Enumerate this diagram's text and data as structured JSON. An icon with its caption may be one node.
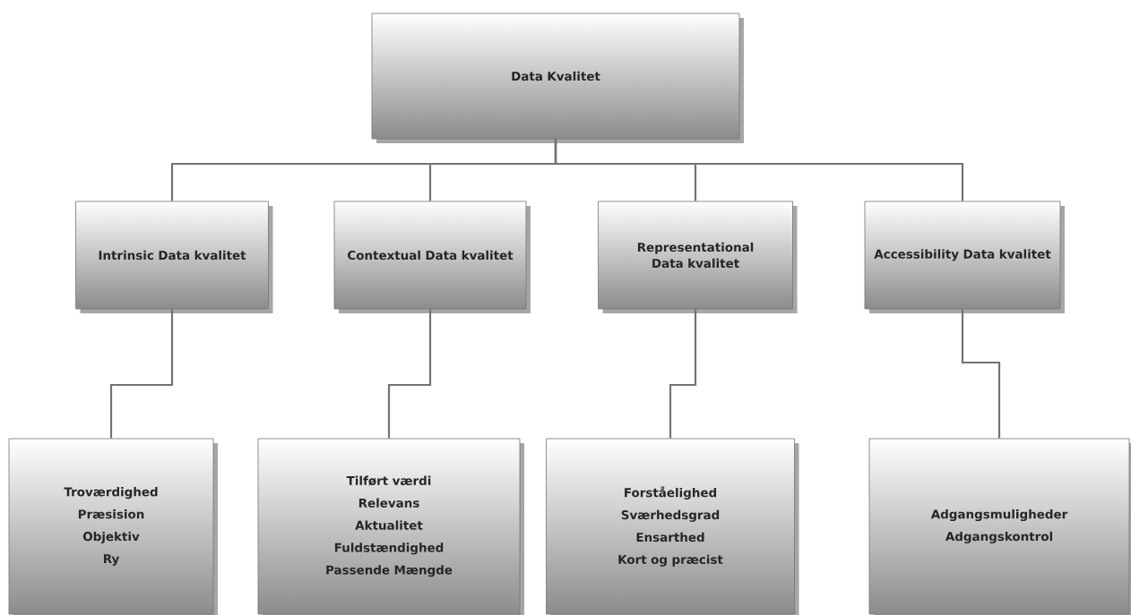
{
  "diagram": {
    "nodes": [
      {
        "text": [
          "Data Kvalitet"
        ]
      },
      {
        "text": [
          "Intrinsic Data kvalitet"
        ]
      },
      {
        "text": [
          "Contextual Data kvalitet"
        ]
      },
      {
        "text": [
          "Representational Data kvalitet"
        ]
      },
      {
        "text": [
          "Accessibility Data kvalitet"
        ]
      },
      {
        "text": [
          "Troværdighed",
          "Præsision",
          "Objektiv",
          "Ry"
        ]
      },
      {
        "text": [
          "Tilført værdi",
          "Relevans",
          "Aktualitet",
          "Fuldstændighed",
          "Passende Mængde"
        ]
      },
      {
        "text": [
          "Forståelighed",
          "Sværhedsgrad",
          "Ensarthed",
          "Kort og præcist"
        ]
      },
      {
        "text": [
          "Adgangsmuligheder",
          "Adgangskontrol"
        ]
      }
    ],
    "edges": [
      {
        "from": 0,
        "to": 1,
        "arrow": "none"
      },
      {
        "from": 0,
        "to": 2,
        "arrow": "none"
      },
      {
        "from": 0,
        "to": 3,
        "arrow": "none"
      },
      {
        "from": 0,
        "to": 4,
        "arrow": "none"
      },
      {
        "from": 1,
        "to": 5,
        "arrow": "none"
      },
      {
        "from": 2,
        "to": 6,
        "arrow": "none"
      },
      {
        "from": 3,
        "to": 7,
        "arrow": "none"
      },
      {
        "from": 4,
        "to": 8,
        "arrow": "none"
      }
    ]
  }
}
